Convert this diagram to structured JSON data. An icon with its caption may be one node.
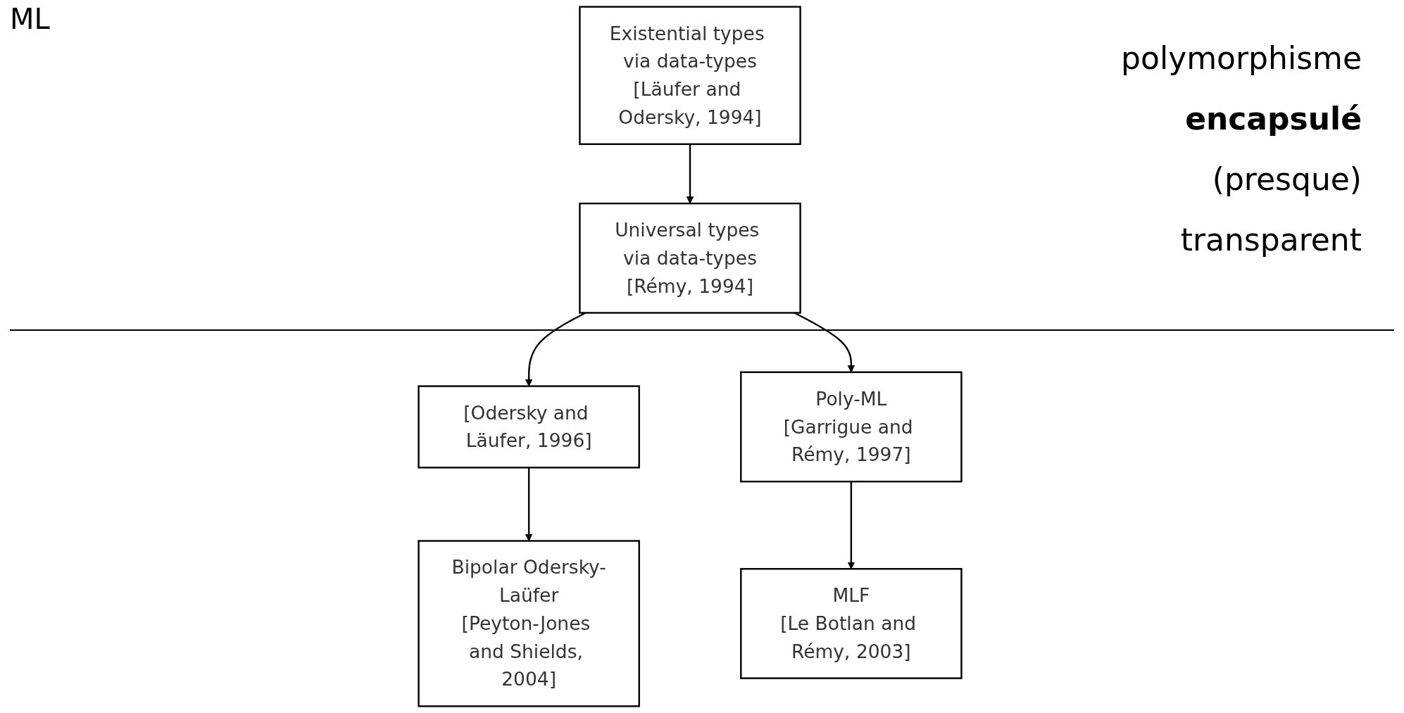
{
  "diagram": {
    "nodes": [
      {
        "text": [
          "Existential types via data-types",
          "[Läufer and Odersky, 1994]"
        ]
      },
      {
        "text": [
          "Universal types via data-types",
          "[Rémy, 1994]"
        ]
      },
      {
        "text": [
          "[Odersky and Läufer, 1996]"
        ]
      },
      {
        "text": [
          "Poly-ML",
          "[Garrigue and Rémy, 1997]"
        ]
      },
      {
        "text": [
          "Bipolar Odersky-Laüfer",
          "[Peyton-Jones and Shields, 2004]"
        ]
      },
      {
        "text": [
          "MLF",
          "[Le Botlan and Rémy, 2003]"
        ]
      }
    ],
    "edges": [
      {
        "from": 0,
        "to": 1,
        "arrow": "to"
      },
      {
        "from": 1,
        "to": 2,
        "arrow": "to"
      },
      {
        "from": 1,
        "to": 3,
        "arrow": "to"
      },
      {
        "from": 2,
        "to": 4,
        "arrow": "to"
      },
      {
        "from": 3,
        "to": 5,
        "arrow": "to"
      }
    ],
    "labels": [
      "ML",
      "polymorphisme",
      "encapsulé",
      "(presque)",
      "transparent"
    ]
  }
}
